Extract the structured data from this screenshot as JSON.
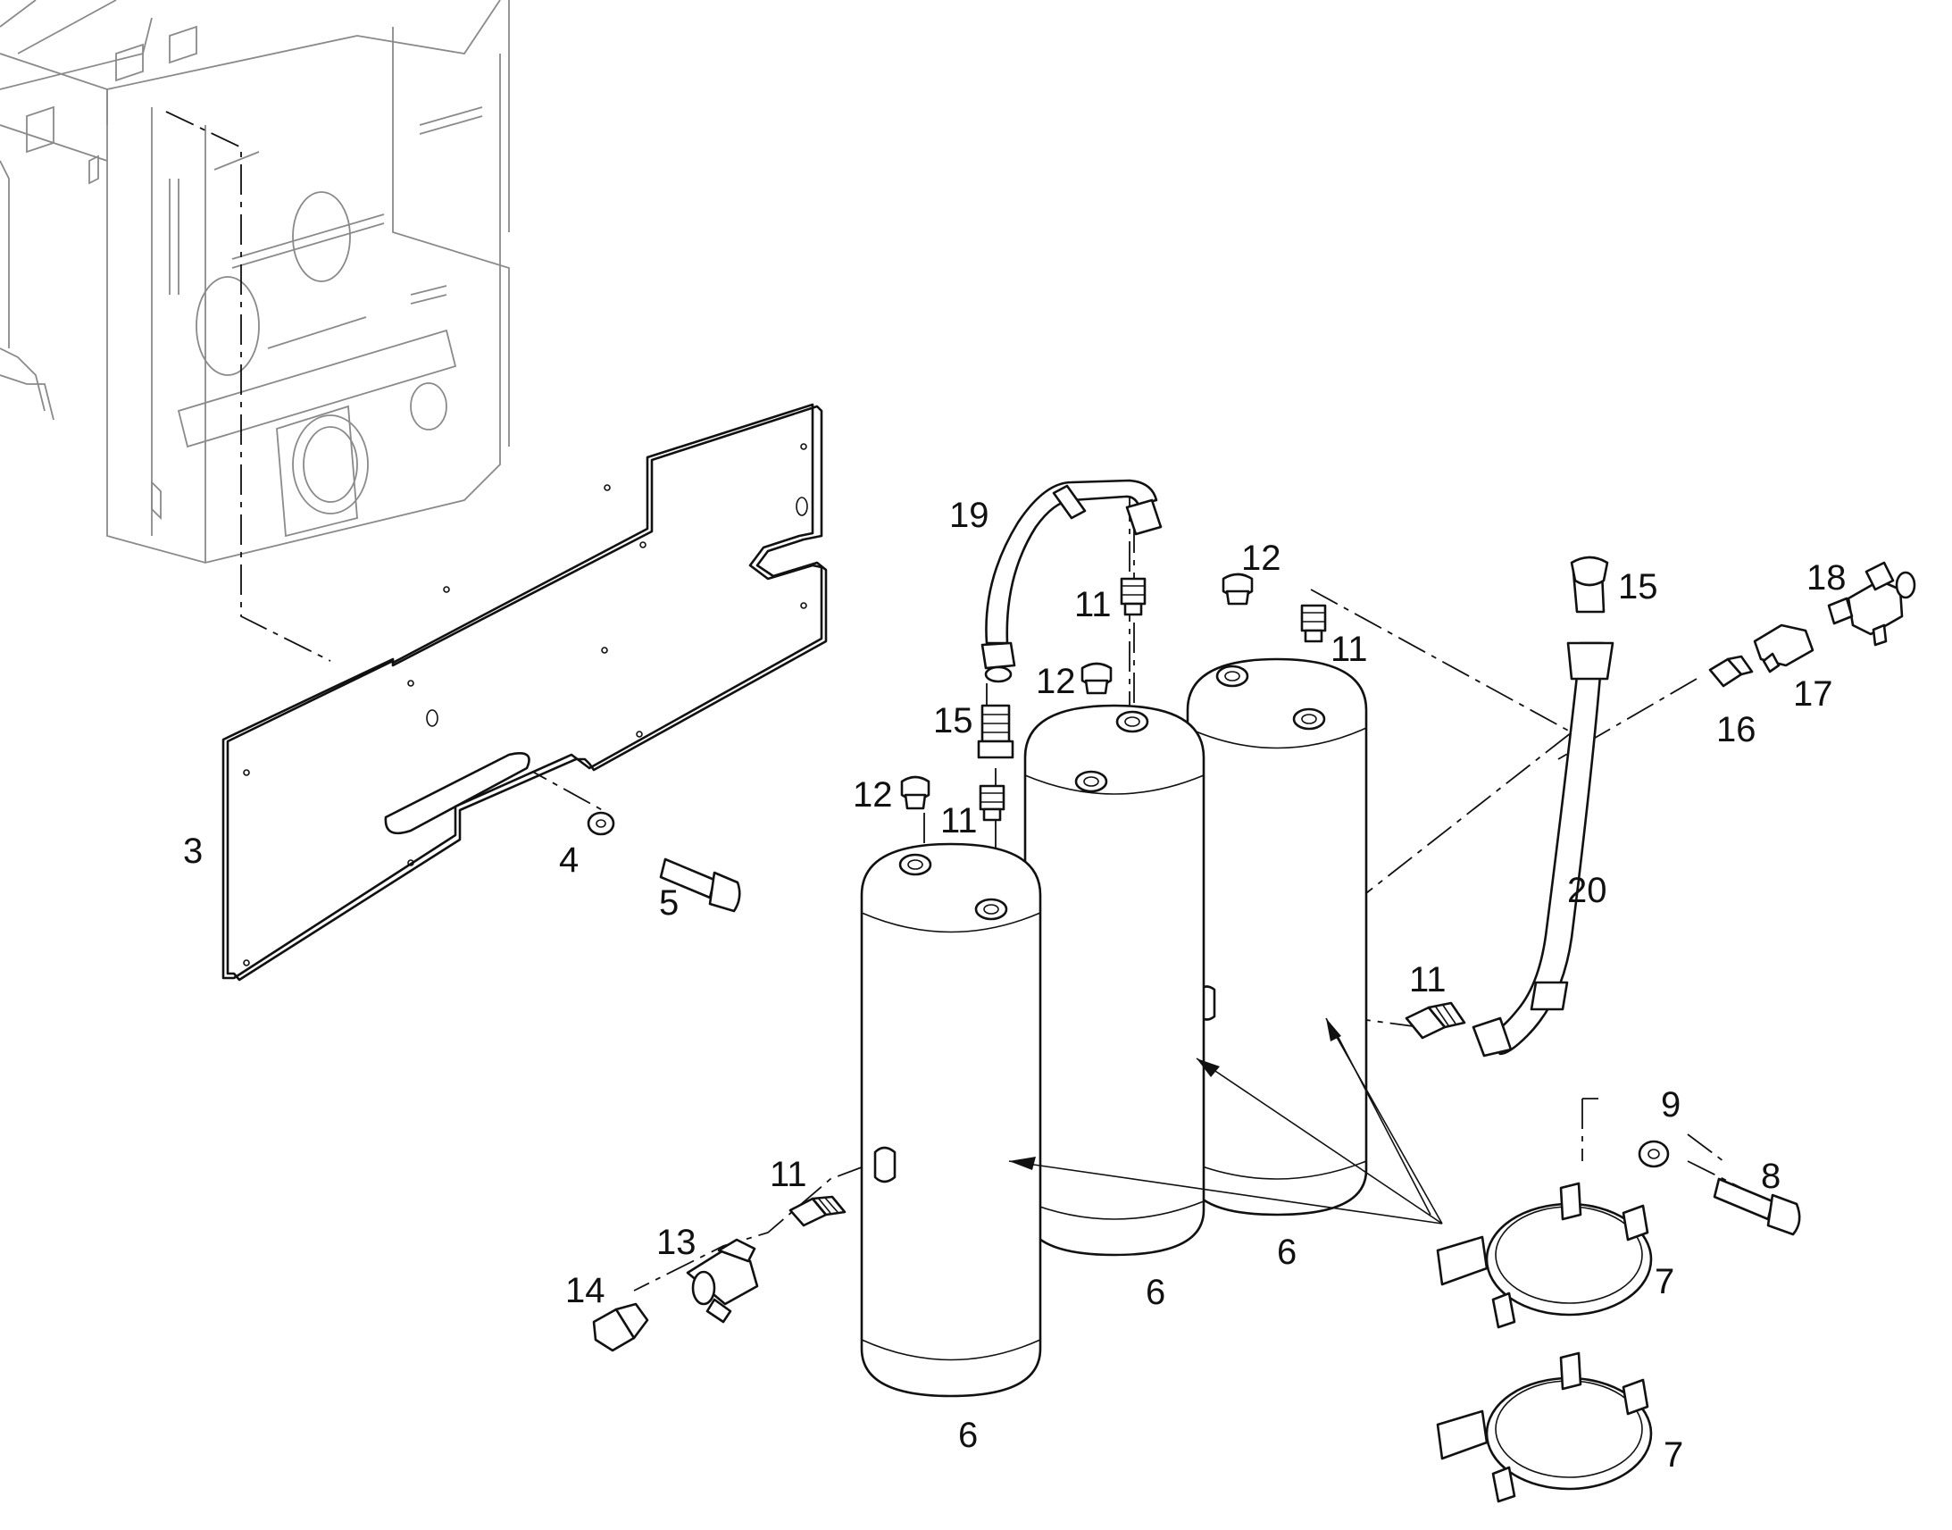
{
  "diagram": {
    "callouts": {
      "c3": "3",
      "c4": "4",
      "c5": "5",
      "c6a": "6",
      "c6b": "6",
      "c6c": "6",
      "c7a": "7",
      "c7b": "7",
      "c8": "8",
      "c9": "9",
      "c11a": "11",
      "c11b": "11",
      "c11c": "11",
      "c11d": "11",
      "c11e": "11",
      "c12a": "12",
      "c12b": "12",
      "c12c": "12",
      "c13": "13",
      "c14": "14",
      "c15a": "15",
      "c15b": "15",
      "c16": "16",
      "c17": "17",
      "c18": "18",
      "c19": "19",
      "c20": "20"
    }
  }
}
